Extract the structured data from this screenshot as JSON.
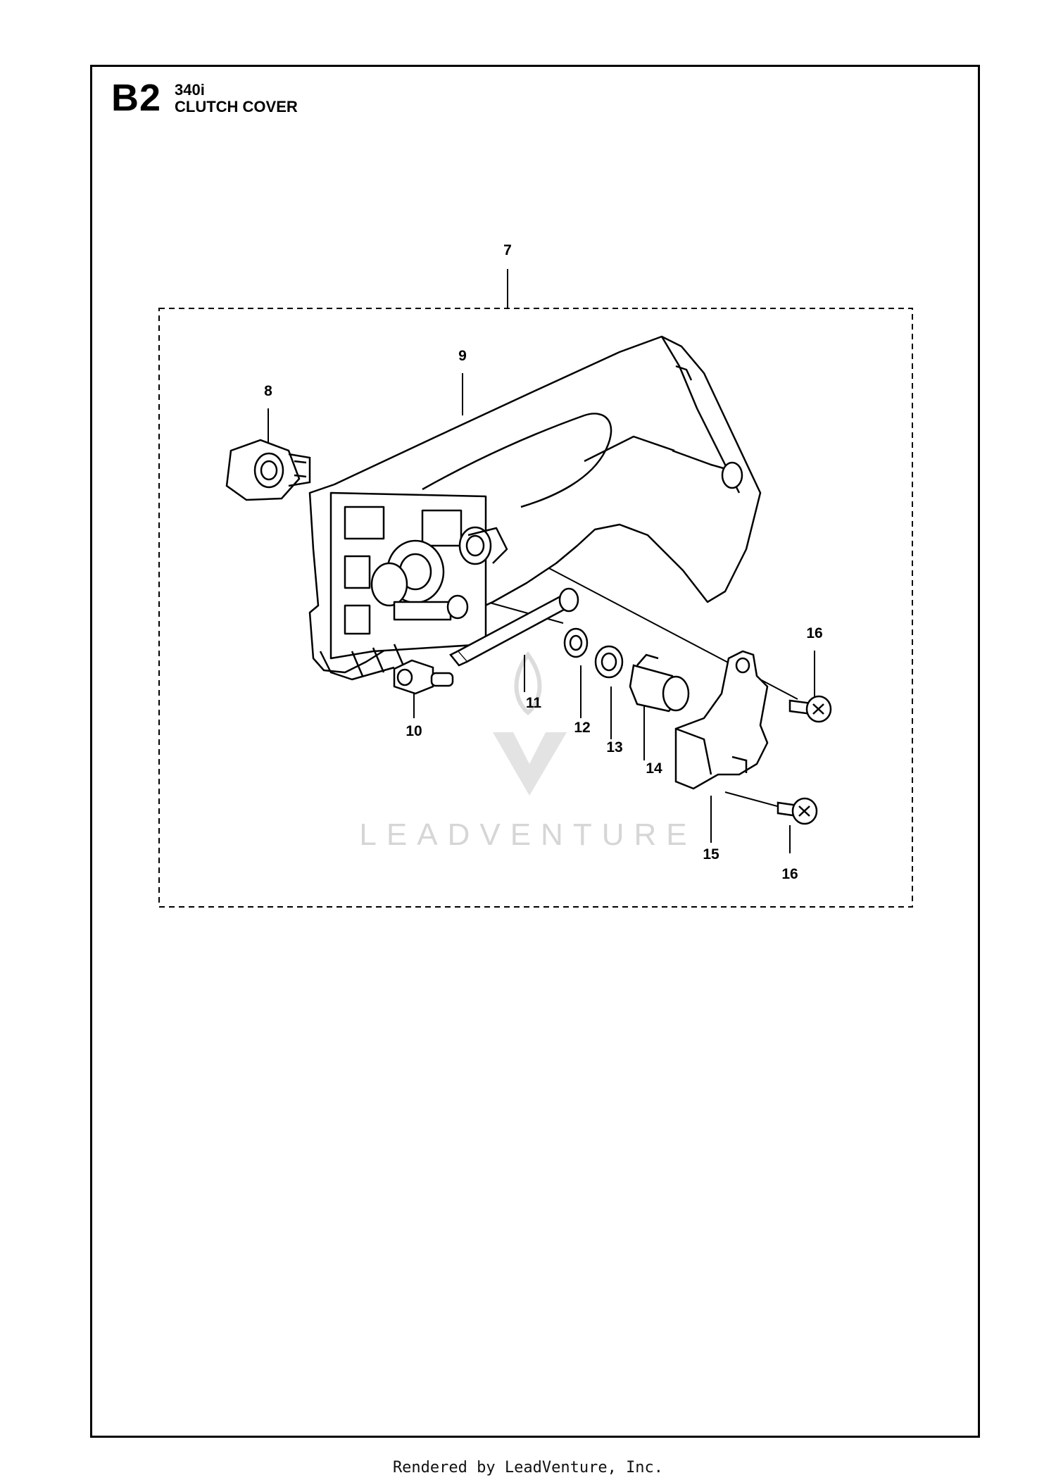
{
  "header": {
    "section_code": "B2",
    "model": "340i",
    "title": "CLUTCH COVER"
  },
  "callouts": {
    "c7": "7",
    "c8": "8",
    "c9": "9",
    "c10": "10",
    "c11": "11",
    "c12": "12",
    "c13": "13",
    "c14": "14",
    "c15": "15",
    "c16a": "16",
    "c16b": "16"
  },
  "watermark": {
    "text": "LEADVENTURE"
  },
  "footer": {
    "text": "Rendered by LeadVenture, Inc."
  }
}
